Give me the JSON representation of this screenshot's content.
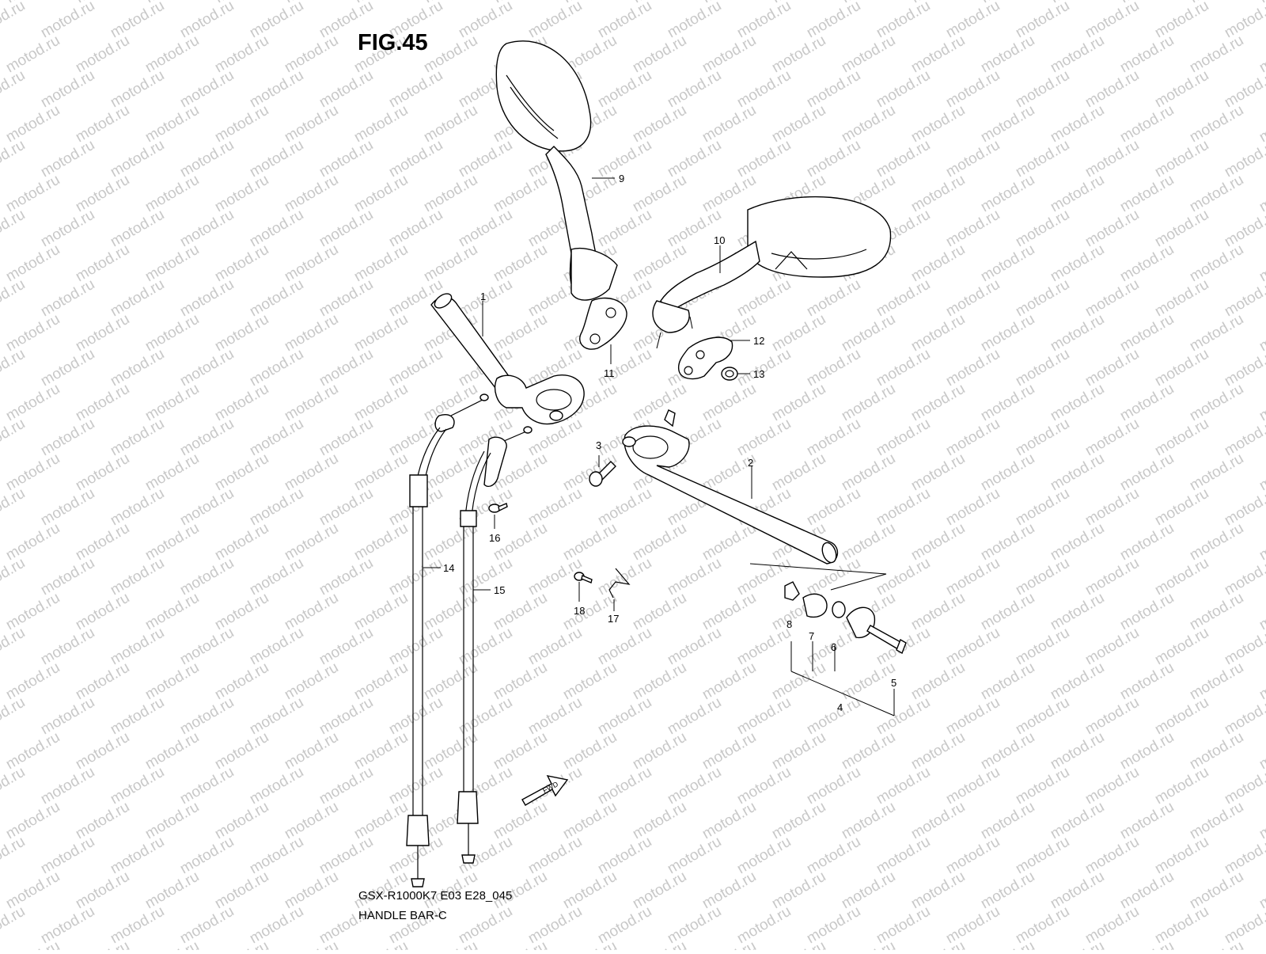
{
  "figure": {
    "title": "FIG.45",
    "model_code": "GSX-R1000K7 E03 E28_045",
    "name": "HANDLE BAR-C"
  },
  "watermark": "motod.ru",
  "fwd_label": "FWD",
  "callouts": [
    "1",
    "2",
    "3",
    "4",
    "5",
    "6",
    "7",
    "8",
    "9",
    "10",
    "11",
    "12",
    "13",
    "14",
    "15",
    "16",
    "17",
    "18"
  ]
}
